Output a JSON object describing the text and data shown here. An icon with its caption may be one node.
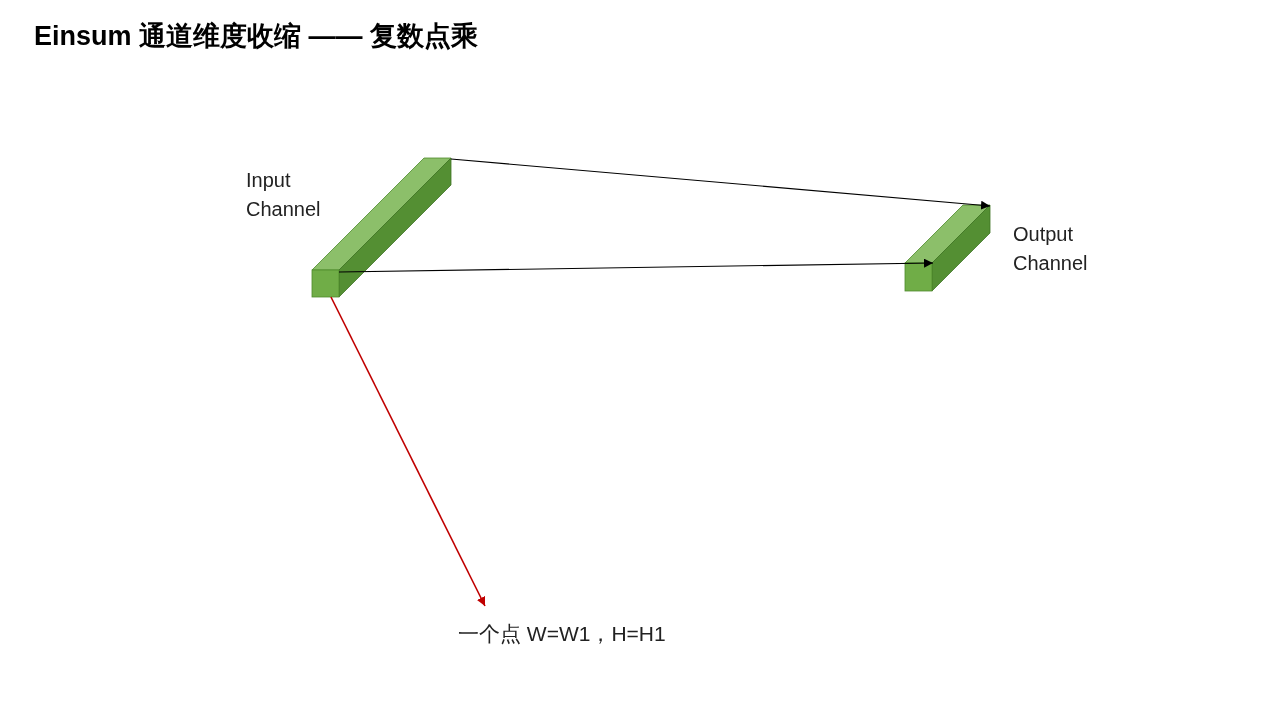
{
  "diagram": {
    "title": "Einsum 通道维度收缩 —— 复数点乘",
    "nodes": [
      {
        "text": [],
        "shape": "bar",
        "beside": [
          "Input Channel"
        ]
      },
      {
        "text": [],
        "shape": "bar",
        "beside": [
          "Output Channel"
        ]
      },
      {
        "text": [
          "一个点 W=W1，H=H1"
        ]
      }
    ],
    "edges": [
      {
        "from": 0,
        "to": 1,
        "arrow": "to"
      },
      {
        "from": 0,
        "to": 1,
        "arrow": "to"
      },
      {
        "from": 0,
        "to": 2,
        "arrow": "to",
        "color": "#c00000"
      }
    ]
  }
}
